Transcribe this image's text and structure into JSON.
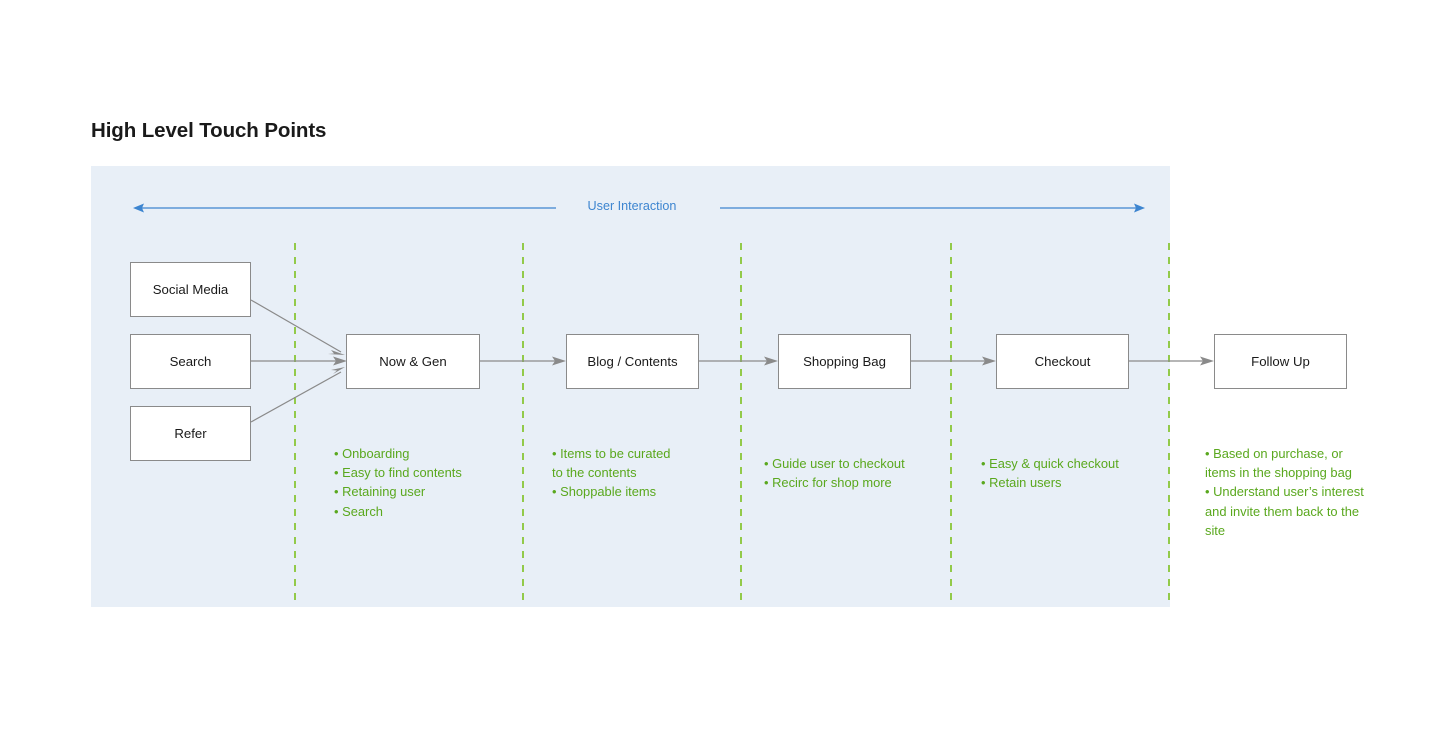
{
  "page": {
    "title": "High Level Touch Points",
    "panel_color": "#e8eff7",
    "accent_blue": "#3d85d0",
    "accent_green": "#5aa81e",
    "box_border": "#8a8a8a",
    "arrow_gray": "#8a8a8a"
  },
  "axis": {
    "label": "User Interaction"
  },
  "entry_nodes": [
    {
      "label": "Social Media"
    },
    {
      "label": "Search"
    },
    {
      "label": "Refer"
    }
  ],
  "flow_nodes": [
    {
      "label": "Now & Gen"
    },
    {
      "label": "Blog / Contents"
    },
    {
      "label": "Shopping Bag"
    },
    {
      "label": "Checkout"
    },
    {
      "label": "Follow Up"
    }
  ],
  "bullet_groups": [
    {
      "owner": "Now & Gen",
      "lines": [
        "• Onboarding",
        "• Easy to find contents",
        "• Retaining user",
        "• Search"
      ]
    },
    {
      "owner": "Blog / Contents",
      "lines": [
        "• Items to be curated",
        "   to the contents",
        "• Shoppable items"
      ]
    },
    {
      "owner": "Shopping Bag",
      "lines": [
        "• Guide user to checkout",
        "• Recirc for shop more"
      ]
    },
    {
      "owner": "Checkout",
      "lines": [
        "• Easy & quick checkout",
        "• Retain users"
      ]
    },
    {
      "owner": "Follow Up",
      "lines": [
        "• Based on purchase, or items in the shopping bag",
        "• Understand user’s interest and invite them back to the site"
      ]
    }
  ]
}
